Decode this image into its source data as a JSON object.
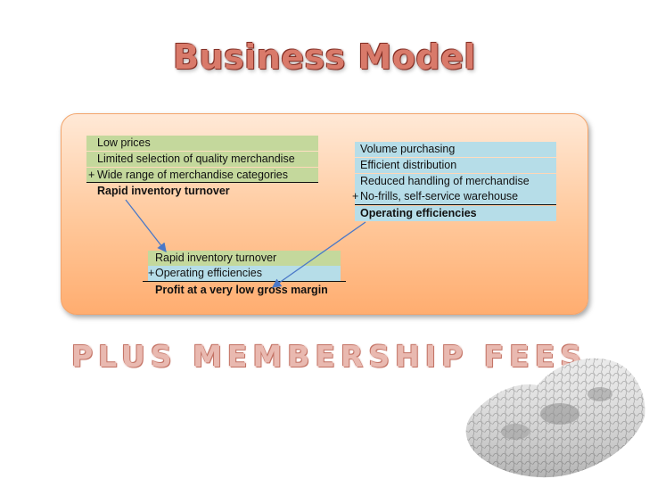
{
  "title": "Business Model",
  "left_box": {
    "lines": [
      "Low prices",
      "Limited selection of quality merchandise",
      "Wide range of merchandise categories"
    ],
    "operator": "+",
    "result": "Rapid inventory turnover"
  },
  "right_box": {
    "lines": [
      "Volume purchasing",
      "Efficient distribution",
      "Reduced handling of merchandise",
      "No-frills, self-service warehouse"
    ],
    "operator": "+",
    "result": "Operating efficiencies"
  },
  "bottom_box": {
    "lines": [
      "Rapid inventory turnover",
      "Operating efficiencies"
    ],
    "operator": "+",
    "result": "Profit at a very low gross margin"
  },
  "footer": "PLUS MEMBERSHIP FEES",
  "colors": {
    "green_fill": "#c4d89c",
    "blue_fill": "#b6dde8",
    "panel": "#ffc799",
    "arrow": "#4a78c8"
  }
}
